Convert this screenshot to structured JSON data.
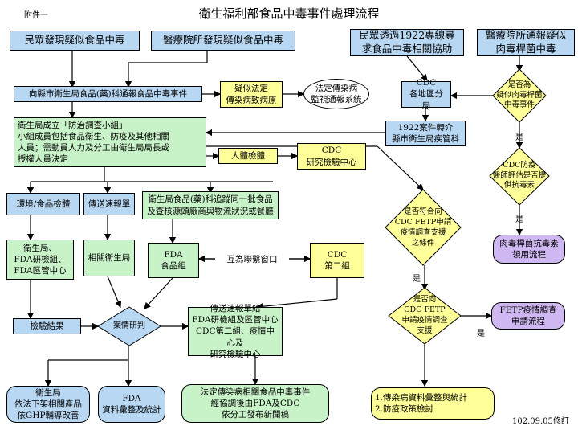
{
  "header": {
    "attachment": "附件一",
    "title": "衛生福利部食品中毒事件處理流程"
  },
  "sources": {
    "public": "民眾發現疑似食品中毒",
    "hospital": "醫療院所發現疑似食品中毒",
    "hotline": "民眾透過1922專線尋\n求食品中毒相關協助",
    "botulism_report": "醫療院所通報疑似\n肉毒桿菌中毒"
  },
  "nodes": {
    "report_county": "向縣市衛生局食品(藥)科通報食品中毒事件",
    "suspected_legal": "疑似法定\n傳染病致病原",
    "legal_surveillance": "法定傳染病\n監視通報系統",
    "cdc_district": "CDC\n各地區分局",
    "bot_decision": "是否為\n疑似肉毒桿菌\n中毒事件",
    "health_bureau_team": "衛生局成立「防治調查小組」\n小組成員包括食品衛生、防疫及其他相關\n人員；需動員人力及分工由衛生局局長或\n授權人員決定",
    "forward_1922": "1922案件轉介\n縣市衛生局疾管科",
    "human_test": "人體檢體",
    "cdc_lab": "CDC\n研究檢驗中心",
    "cdc_physician": "CDC防疫\n醫師評估是否提\n供抗毒素",
    "env_food": "環境/食品檢體",
    "send_report": "傳送速報單",
    "trace": "衛生局食品(藥)科追蹤同一批食品\n及查核源頭廠商與物流狀況或餐廳",
    "fetp_cond": "是否符合向\nCDC FETP申請\n疫情調查支援\n之條件",
    "antitoxin": "肉毒桿菌抗毒素\n領用流程",
    "labs": "衛生局、\nFDA研檢組、\nFDA區管中心",
    "related_bureau": "相關衛生局",
    "fda_group": "FDA\n食品組",
    "contact": "互為聯繫窗口",
    "cdc_group2": "CDC\n第二組",
    "apply_fetp": "是否向\nCDC FETP\n申請疫情調查\n支援",
    "fetp_flow": "FETP疫情調查\n申請流程",
    "test_result": "檢驗結果",
    "case_study": "案情研判",
    "send_to": "傳送速報單給\nFDA研檢組及區管中心\nCDC第二組、疫情中心及\n研究檢驗中心",
    "remove_products": "衛生局\n依法下架相關產品\n依GHP輔導改善",
    "fda_stats": "FDA\n資料彙整及統計",
    "legal_notice": "法定傳染病相關食品中毒事件\n經協調後由FDA及CDC\n依分工發布新聞稿",
    "stats_list": "1.傳染病資料彙整與統計\n2.防疫政策檢討"
  },
  "labels": {
    "yes1": "是",
    "yes2": "是",
    "yes3": "是",
    "yes4": "是"
  },
  "footer": {
    "revised": "102.09.05修訂"
  },
  "colors": {
    "blue": "#b7d7f2",
    "yellow": "#ffff99",
    "green": "#c8f2c8",
    "purple": "#cfb8f2"
  }
}
